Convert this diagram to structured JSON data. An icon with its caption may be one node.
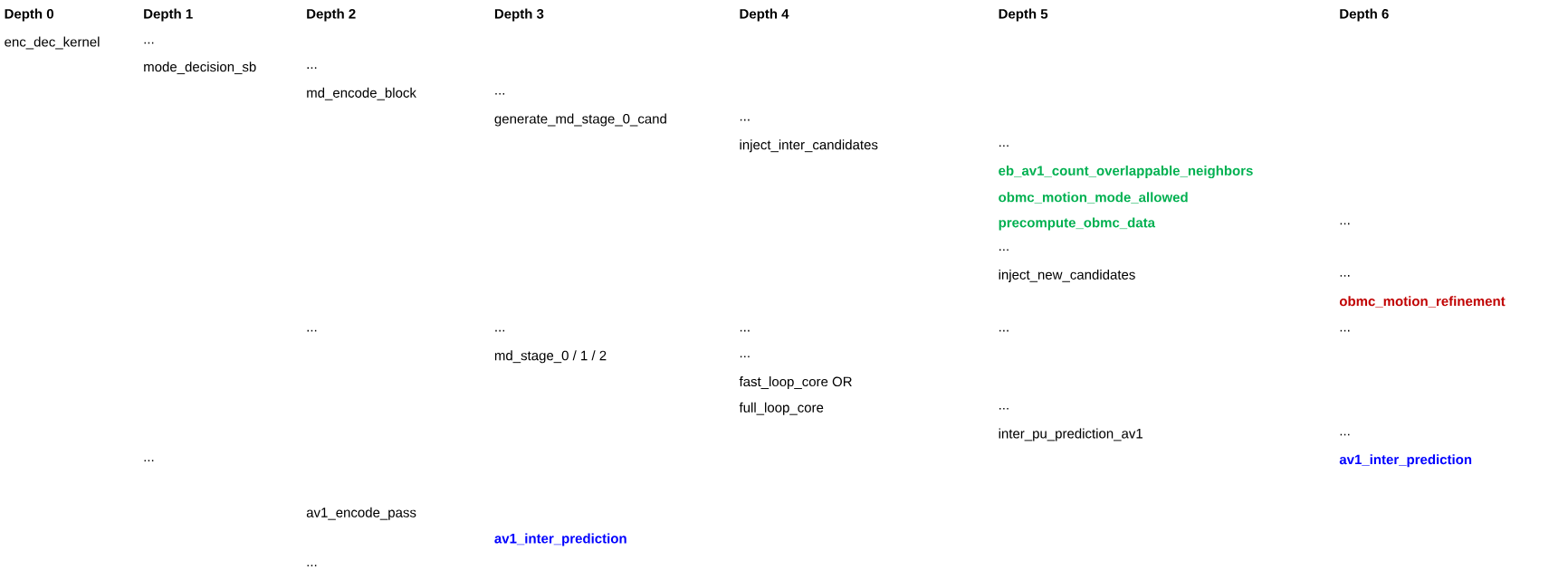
{
  "diagram": {
    "labels": [
      "Depth 0",
      "Depth 1",
      "Depth 2",
      "Depth 3",
      "Depth 4",
      "Depth 5",
      "Depth 6",
      "enc_dec_kernel",
      "...",
      "mode_decision_sb",
      "...",
      "md_encode_block",
      "...",
      "generate_md_stage_0_cand",
      "...",
      "inject_inter_candidates",
      "...",
      "eb_av1_count_overlappable_neighbors",
      "obmc_motion_mode_allowed",
      "precompute_obmc_data",
      "...",
      "...",
      "inject_new_candidates",
      "...",
      "obmc_motion_refinement",
      "...",
      "...",
      "...",
      "...",
      "...",
      "md_stage_0 / 1 / 2",
      "...",
      "fast_loop_core OR",
      "full_loop_core",
      "...",
      "inter_pu_prediction_av1",
      "...",
      "...",
      "av1_inter_prediction",
      "av1_encode_pass",
      "av1_inter_prediction",
      "..."
    ]
  }
}
